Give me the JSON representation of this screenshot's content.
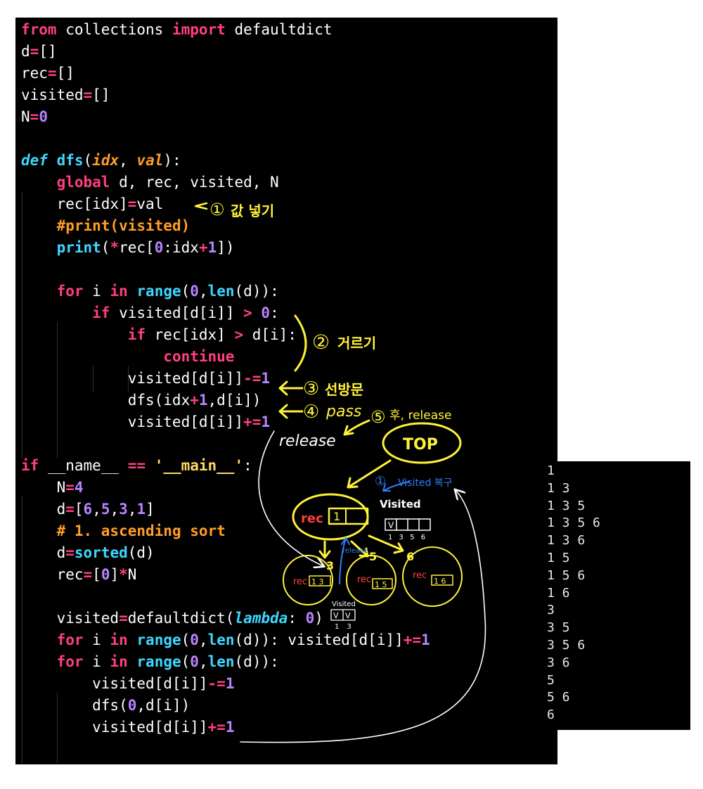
{
  "colors": {
    "code_bg": "#000000",
    "keyword": "#ff3f82",
    "operator": "#ff3f82",
    "function": "#3fd7ff",
    "param": "#ff9d27",
    "number": "#b884ff",
    "comment": "#ff9d27",
    "string": "#ffd866",
    "plain": "#ffffff",
    "annotation_yellow": "#fff23a",
    "annotation_white": "#ffffff",
    "annotation_blue": "#2e7dff",
    "annotation_red": "#ff4040"
  },
  "code": {
    "lines": [
      [
        {
          "t": "from",
          "c": "keyword"
        },
        {
          "t": " collections ",
          "c": "plain"
        },
        {
          "t": "import",
          "c": "keyword"
        },
        {
          "t": " defaultdict",
          "c": "plain"
        }
      ],
      [
        {
          "t": "d",
          "c": "plain"
        },
        {
          "t": "=",
          "c": "operator"
        },
        {
          "t": "[]",
          "c": "plain"
        }
      ],
      [
        {
          "t": "rec",
          "c": "plain"
        },
        {
          "t": "=",
          "c": "operator"
        },
        {
          "t": "[]",
          "c": "plain"
        }
      ],
      [
        {
          "t": "visited",
          "c": "plain"
        },
        {
          "t": "=",
          "c": "operator"
        },
        {
          "t": "[]",
          "c": "plain"
        }
      ],
      [
        {
          "t": "N",
          "c": "plain"
        },
        {
          "t": "=",
          "c": "operator"
        },
        {
          "t": "0",
          "c": "number"
        }
      ],
      [],
      [
        {
          "t": "def",
          "c": "function",
          "i": true
        },
        {
          "t": " ",
          "c": "plain"
        },
        {
          "t": "dfs",
          "c": "function"
        },
        {
          "t": "(",
          "c": "plain"
        },
        {
          "t": "idx",
          "c": "param",
          "i": true
        },
        {
          "t": ", ",
          "c": "plain"
        },
        {
          "t": "val",
          "c": "param",
          "i": true
        },
        {
          "t": "):",
          "c": "plain"
        }
      ],
      [
        {
          "t": "    ",
          "c": "plain"
        },
        {
          "t": "global",
          "c": "keyword"
        },
        {
          "t": " d, rec, visited, N",
          "c": "plain"
        }
      ],
      [
        {
          "t": "    rec[idx]",
          "c": "plain"
        },
        {
          "t": "=",
          "c": "operator"
        },
        {
          "t": "val",
          "c": "plain"
        }
      ],
      [
        {
          "t": "    ",
          "c": "plain"
        },
        {
          "t": "#print(visited)",
          "c": "comment"
        }
      ],
      [
        {
          "t": "    ",
          "c": "plain"
        },
        {
          "t": "print",
          "c": "function"
        },
        {
          "t": "(",
          "c": "plain"
        },
        {
          "t": "*",
          "c": "operator"
        },
        {
          "t": "rec[",
          "c": "plain"
        },
        {
          "t": "0",
          "c": "number"
        },
        {
          "t": ":idx",
          "c": "plain"
        },
        {
          "t": "+",
          "c": "operator"
        },
        {
          "t": "1",
          "c": "number"
        },
        {
          "t": "])",
          "c": "plain"
        }
      ],
      [],
      [
        {
          "t": "    ",
          "c": "plain"
        },
        {
          "t": "for",
          "c": "keyword"
        },
        {
          "t": " i ",
          "c": "plain"
        },
        {
          "t": "in",
          "c": "keyword"
        },
        {
          "t": " ",
          "c": "plain"
        },
        {
          "t": "range",
          "c": "function"
        },
        {
          "t": "(",
          "c": "plain"
        },
        {
          "t": "0",
          "c": "number"
        },
        {
          "t": ",",
          "c": "plain"
        },
        {
          "t": "len",
          "c": "function"
        },
        {
          "t": "(d)):",
          "c": "plain"
        }
      ],
      [
        {
          "t": "        ",
          "c": "plain"
        },
        {
          "t": "if",
          "c": "keyword"
        },
        {
          "t": " visited[d[i]] ",
          "c": "plain"
        },
        {
          "t": ">",
          "c": "operator"
        },
        {
          "t": " ",
          "c": "plain"
        },
        {
          "t": "0",
          "c": "number"
        },
        {
          "t": ":",
          "c": "plain"
        }
      ],
      [
        {
          "t": "            ",
          "c": "plain"
        },
        {
          "t": "if",
          "c": "keyword"
        },
        {
          "t": " rec[idx] ",
          "c": "plain"
        },
        {
          "t": ">",
          "c": "operator"
        },
        {
          "t": " d[i]:",
          "c": "plain"
        }
      ],
      [
        {
          "t": "                ",
          "c": "plain"
        },
        {
          "t": "continue",
          "c": "keyword"
        }
      ],
      [
        {
          "t": "            visited[d[i]]",
          "c": "plain"
        },
        {
          "t": "-=",
          "c": "operator"
        },
        {
          "t": "1",
          "c": "number"
        }
      ],
      [
        {
          "t": "            dfs(idx",
          "c": "plain"
        },
        {
          "t": "+",
          "c": "operator"
        },
        {
          "t": "1",
          "c": "number"
        },
        {
          "t": ",d[i])",
          "c": "plain"
        }
      ],
      [
        {
          "t": "            visited[d[i]]",
          "c": "plain"
        },
        {
          "t": "+=",
          "c": "operator"
        },
        {
          "t": "1",
          "c": "number"
        }
      ],
      [],
      [
        {
          "t": "if",
          "c": "keyword"
        },
        {
          "t": " __name__ ",
          "c": "plain"
        },
        {
          "t": "==",
          "c": "operator"
        },
        {
          "t": " ",
          "c": "plain"
        },
        {
          "t": "'__main__'",
          "c": "string"
        },
        {
          "t": ":",
          "c": "plain"
        }
      ],
      [
        {
          "t": "    N",
          "c": "plain"
        },
        {
          "t": "=",
          "c": "operator"
        },
        {
          "t": "4",
          "c": "number"
        }
      ],
      [
        {
          "t": "    d",
          "c": "plain"
        },
        {
          "t": "=",
          "c": "operator"
        },
        {
          "t": "[",
          "c": "plain"
        },
        {
          "t": "6",
          "c": "number"
        },
        {
          "t": ",",
          "c": "plain"
        },
        {
          "t": "5",
          "c": "number"
        },
        {
          "t": ",",
          "c": "plain"
        },
        {
          "t": "3",
          "c": "number"
        },
        {
          "t": ",",
          "c": "plain"
        },
        {
          "t": "1",
          "c": "number"
        },
        {
          "t": "]",
          "c": "plain"
        }
      ],
      [
        {
          "t": "    ",
          "c": "plain"
        },
        {
          "t": "# 1. ascending sort",
          "c": "comment"
        }
      ],
      [
        {
          "t": "    d",
          "c": "plain"
        },
        {
          "t": "=",
          "c": "operator"
        },
        {
          "t": "sorted",
          "c": "function"
        },
        {
          "t": "(d)",
          "c": "plain"
        }
      ],
      [
        {
          "t": "    rec",
          "c": "plain"
        },
        {
          "t": "=",
          "c": "operator"
        },
        {
          "t": "[",
          "c": "plain"
        },
        {
          "t": "0",
          "c": "number"
        },
        {
          "t": "]",
          "c": "plain"
        },
        {
          "t": "*",
          "c": "operator"
        },
        {
          "t": "N",
          "c": "plain"
        }
      ],
      [],
      [
        {
          "t": "    visited",
          "c": "plain"
        },
        {
          "t": "=",
          "c": "operator"
        },
        {
          "t": "defaultdict(",
          "c": "plain"
        },
        {
          "t": "lambda",
          "c": "function",
          "i": true
        },
        {
          "t": ": ",
          "c": "plain"
        },
        {
          "t": "0",
          "c": "number"
        },
        {
          "t": ")",
          "c": "plain"
        }
      ],
      [
        {
          "t": "    ",
          "c": "plain"
        },
        {
          "t": "for",
          "c": "keyword"
        },
        {
          "t": " i ",
          "c": "plain"
        },
        {
          "t": "in",
          "c": "keyword"
        },
        {
          "t": " ",
          "c": "plain"
        },
        {
          "t": "range",
          "c": "function"
        },
        {
          "t": "(",
          "c": "plain"
        },
        {
          "t": "0",
          "c": "number"
        },
        {
          "t": ",",
          "c": "plain"
        },
        {
          "t": "len",
          "c": "function"
        },
        {
          "t": "(d)): visited[d[i]]",
          "c": "plain"
        },
        {
          "t": "+=",
          "c": "operator"
        },
        {
          "t": "1",
          "c": "number"
        }
      ],
      [
        {
          "t": "    ",
          "c": "plain"
        },
        {
          "t": "for",
          "c": "keyword"
        },
        {
          "t": " i ",
          "c": "plain"
        },
        {
          "t": "in",
          "c": "keyword"
        },
        {
          "t": " ",
          "c": "plain"
        },
        {
          "t": "range",
          "c": "function"
        },
        {
          "t": "(",
          "c": "plain"
        },
        {
          "t": "0",
          "c": "number"
        },
        {
          "t": ",",
          "c": "plain"
        },
        {
          "t": "len",
          "c": "function"
        },
        {
          "t": "(d)):",
          "c": "plain"
        }
      ],
      [
        {
          "t": "        visited[d[i]]",
          "c": "plain"
        },
        {
          "t": "-=",
          "c": "operator"
        },
        {
          "t": "1",
          "c": "number"
        }
      ],
      [
        {
          "t": "        dfs(",
          "c": "plain"
        },
        {
          "t": "0",
          "c": "number"
        },
        {
          "t": ",d[i])",
          "c": "plain"
        }
      ],
      [
        {
          "t": "        visited[d[i]]",
          "c": "plain"
        },
        {
          "t": "+=",
          "c": "operator"
        },
        {
          "t": "1",
          "c": "number"
        }
      ]
    ]
  },
  "output": {
    "lines": [
      "1",
      "1 3",
      "1 3 5",
      "1 3 5 6",
      "1 3 6",
      "1 5",
      "1 5 6",
      "1 6",
      "3",
      "3 5",
      "3 5 6",
      "3 6",
      "5",
      "5 6",
      "6"
    ]
  },
  "annotations": {
    "step1": "①",
    "step1_text": "값 넣기",
    "step2": "②",
    "step2_text": "거르기",
    "step3": "③",
    "step3_text": "선방문",
    "step4": "④",
    "step4_text": "pass",
    "step5": "⑤",
    "step5_text": "후, release",
    "release": "release",
    "top": "TOP",
    "blue_step": "①",
    "blue_text": "Visited 복구",
    "visited_label": "Visited",
    "visited_cells": [
      "V",
      "",
      "",
      ""
    ],
    "visited_index": "1 3 5 6",
    "rec_label": "rec",
    "rec_top_value": "1",
    "release_blue": "release",
    "branch_3": "3",
    "branch_5": "5",
    "branch_6": "6",
    "child_rec_13": "1 3",
    "child_rec_15": "1 5",
    "child_rec_16": "1 6",
    "visited_small_label": "Visited",
    "visited_small_cells": [
      "V",
      "V"
    ],
    "visited_small_index": "1 3"
  }
}
